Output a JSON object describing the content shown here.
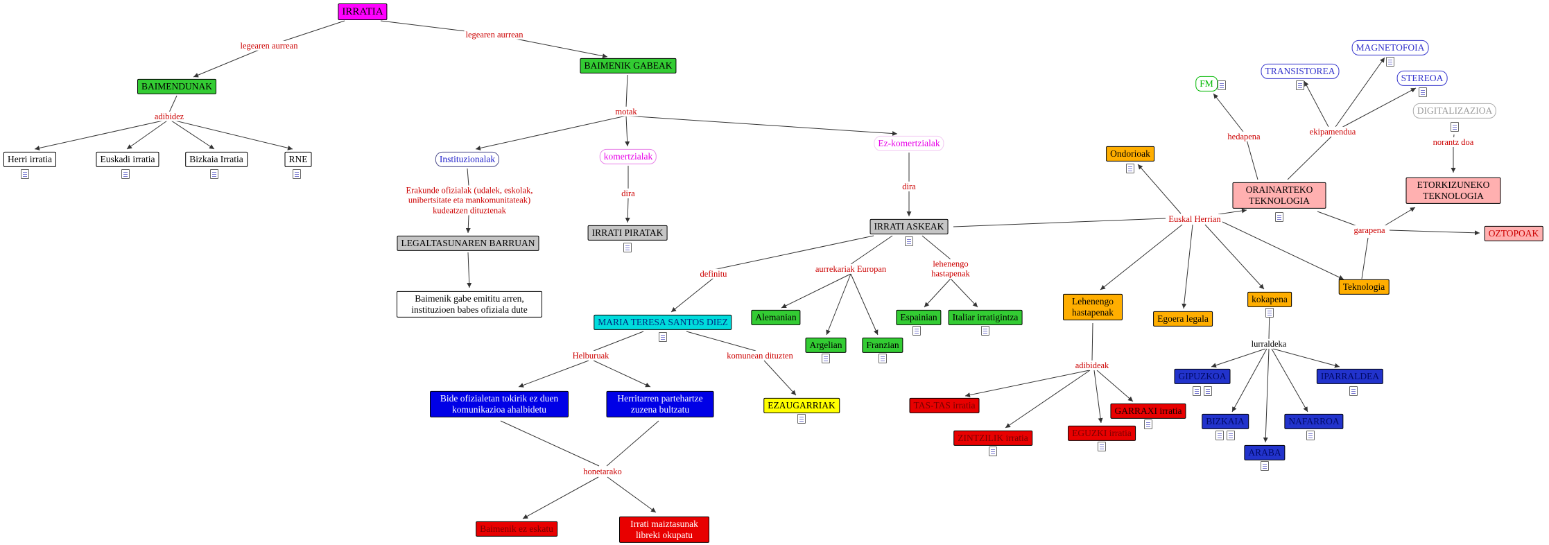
{
  "map_title": "IRRATIA",
  "nodes": {
    "irratia": "IRRATIA",
    "baimendunak": "BAIMENDUNAK",
    "baimenik_gabeak": "BAIMENIK GABEAK",
    "herri_irratia": "Herri irratia",
    "euskadi_irratia": "Euskadi irratia",
    "bizkaia_irratia": "Bizkaia Irratia",
    "rne": "RNE",
    "instituzionalak": "Instituzionalak",
    "komertzialak": "komertzialak",
    "ez_komertzialak": "Ez-komertzialak",
    "legaltasunaren_barruan": "LEGALTASUNAREN BARRUAN",
    "babes_ofiziala": "Baimenik gabe emititu arren, instituzioen babes ofiziala dute",
    "irrati_piratak": "IRRATI PIRATAK",
    "irrati_askeak": "IRRATI ASKEAK",
    "maria_teresa_santos_diez": "MARIA TERESA SANTOS DIEZ",
    "alemanian": "Alemanian",
    "argelian": "Argelian",
    "franzian": "Franzian",
    "espainian": "Espainian",
    "italiar_irratigintza": "Italiar irratigintza",
    "bide_ofizialetan": "Bide ofizialetan tokirik ez duen komunikazioa ahalbidetu",
    "herritarren": "Herritarren partehartze zuzena bultzatu",
    "ezaugarriak": "EZAUGARRIAK",
    "baimenik_ez_eskatu": "Baimenik ez eskatu",
    "irrati_maiztasunak": "Irrati maiztasunak libreki okupatu",
    "ondorioak": "Ondorioak",
    "lehenengo_hastapenak": "Lehenengo hastapenak",
    "egoera_legala": "Egoera legala",
    "kokapena": "kokapena",
    "teknologia": "Teknologia",
    "orainarteko_teknologia": "ORAINARTEKO TEKNOLOGIA",
    "etorkizuneko_teknologia": "ETORKIZUNEKO TEKNOLOGIA",
    "oztopoak": "OZTOPOAK",
    "fm": "FM",
    "transistorea": "TRANSISTOREA",
    "magnetofoia": "MAGNETOFOIA",
    "stereoa": "STEREOA",
    "digitalizazioa": "DIGITALIZAZIOA",
    "tas_tas": "TAS-TAS irratia",
    "zintzilik": "ZINTZILIK irratia",
    "eguzki": "EGUZKI irratia",
    "garraxi": "GARRAXI irratia",
    "gipuzkoa": "GIPUZKOA",
    "iparraldea": "IPARRALDEA",
    "bizkaia": "BIZKAIA",
    "nafarroa": "NAFARROA",
    "araba": "ARABA"
  },
  "links": {
    "legearen_aurrean_1": "legearen aurrean",
    "legearen_aurrean_2": "legearen aurrean",
    "adibidez": "adibidez",
    "motak": "motak",
    "erakunde_ofizialak": "Erakunde ofizialak (udalek, eskolak, unibertsitate eta mankomunitateak) kudeatzen dituztenak",
    "dira_1": "dira",
    "dira_2": "dira",
    "definitu": "definitu",
    "aurrekariak_europan": "aurrekariak Europan",
    "lehenengo_hastapenak": "lehenengo hastapenak",
    "euskal_herrian": "Euskal Herrian",
    "helburuak": "Helburuak",
    "komunean_dituzten": "komunean dituzten",
    "honetarako": "honetarako",
    "hedapena": "hedapena",
    "ekipamendua": "ekipamendua",
    "norantz_doa": "norantz doa",
    "garapena": "garapena",
    "adibideak": "adibideak",
    "lurraldeka": "lurraldeka"
  },
  "palette": {
    "root_magenta": "#FF00FF",
    "category_green": "#33CC33",
    "plain_white": "#FFFFFF",
    "gray": "#C5C5C5",
    "cyan": "#00DCDC",
    "goal_blue": "#0000E6",
    "yellow": "#FFFF00",
    "action_red": "#E80000",
    "orange": "#FFAE00",
    "tech_pink": "#FFB0B0",
    "province_blue": "#2233CC",
    "link_label_red": "#CC0000"
  }
}
